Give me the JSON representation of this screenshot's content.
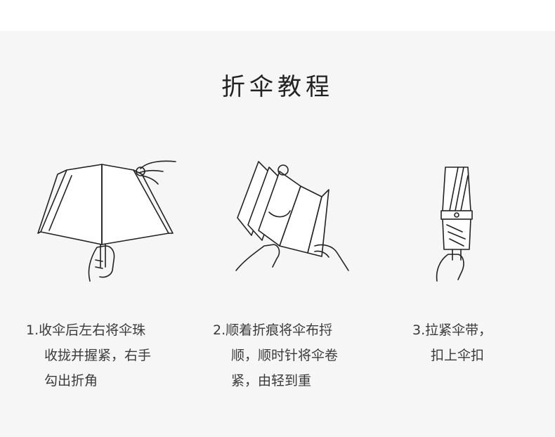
{
  "title": "折伞教程",
  "steps": [
    {
      "line1": "1.收伞后左右将伞珠",
      "line2": "收拢并握紧，右手",
      "line3": "勾出折角"
    },
    {
      "line1": "2.顺着折痕将伞布捋",
      "line2": "顺，顺时针将伞卷",
      "line3": "紧，由轻到重"
    },
    {
      "line1": "3.拉紧伞带，",
      "line2": "扣上伞扣"
    }
  ],
  "colors": {
    "background": "#f6f6f6",
    "line": "#222222",
    "text": "#3a3a3a"
  }
}
